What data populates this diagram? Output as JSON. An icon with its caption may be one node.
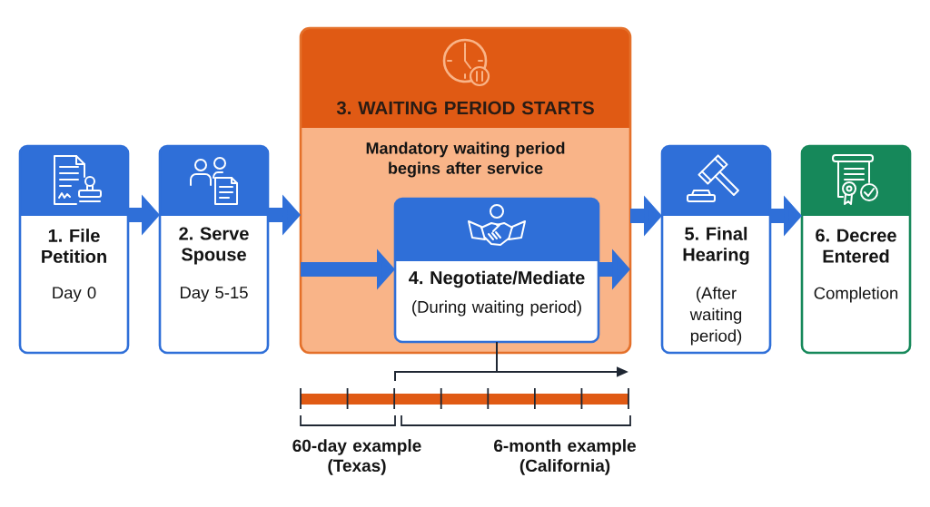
{
  "diagram": {
    "nodes": [
      {
        "text": [
          "1. File Petition",
          "Day 0"
        ]
      },
      {
        "text": [
          "2. Serve Spouse",
          "Day 5-15"
        ]
      },
      {
        "text": [
          "3. WAITING PERIOD STARTS",
          "Mandatory waiting period begins after service"
        ]
      },
      {
        "text": [
          "4. Negotiate/Mediate",
          "(During waiting period)"
        ],
        "in": 2
      },
      {
        "text": [
          "5. Final Hearing",
          "(After waiting period)"
        ]
      },
      {
        "text": [
          "6. Decree Entered",
          "Completion"
        ]
      }
    ],
    "edges": [
      {
        "from": 0,
        "to": 1,
        "arrow": "to"
      },
      {
        "from": 1,
        "to": 2,
        "arrow": "to"
      },
      {
        "from": 2,
        "to": 3,
        "arrow": "to"
      },
      {
        "from": 3,
        "to": 2,
        "arrow": "to"
      },
      {
        "from": 2,
        "to": 4,
        "arrow": "to"
      },
      {
        "from": 4,
        "to": 5,
        "arrow": "to"
      },
      {
        "from": 3,
        "to": null,
        "arrow": "to",
        "color": "#1f2733"
      }
    ],
    "labels": [
      "60-day example (Texas)",
      "6-month example (California)"
    ]
  }
}
